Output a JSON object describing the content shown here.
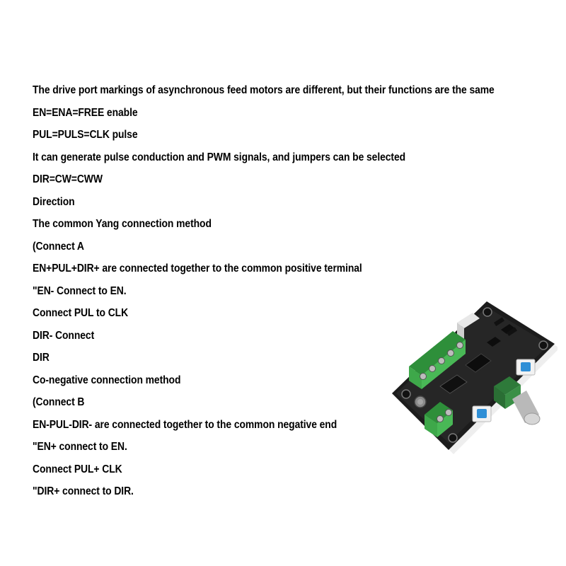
{
  "lines": [
    "The drive port markings of asynchronous feed motors are different, but their functions are the same",
    "EN=ENA=FREE enable",
    "PUL=PULS=CLK pulse",
    "It can generate pulse conduction and PWM signals, and jumpers can be selected",
    "DIR=CW=CWW",
    "Direction",
    "The common Yang connection method",
    "(Connect A",
    "EN+PUL+DIR+ are connected together to the common positive terminal",
    "\"EN- Connect to EN.",
    "Connect PUL to CLK",
    "DIR- Connect",
    "DIR",
    "Co-negative connection method",
    "(Connect B",
    "EN-PUL-DIR- are connected together to the common negative end",
    "\"EN+ connect to EN.",
    "Connect PUL+ CLK",
    "\"DIR+ connect to DIR."
  ],
  "colors": {
    "text": "#000000",
    "background": "#ffffff",
    "pcb": "#1c1c1c",
    "terminal": "#3ea84a",
    "switch_blue": "#2f8fd6"
  }
}
